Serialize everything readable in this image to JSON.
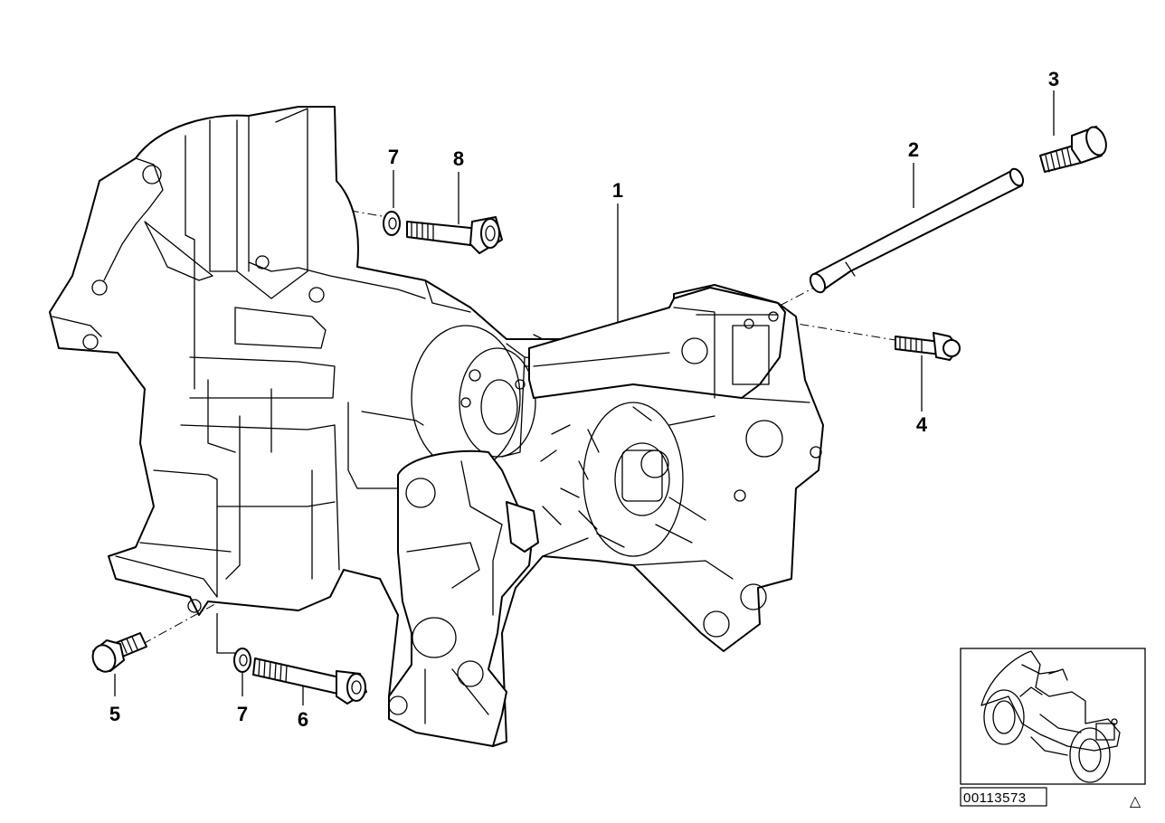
{
  "diagram": {
    "callouts": {
      "c1": "1",
      "c2": "2",
      "c3": "3",
      "c4": "4",
      "c5": "5",
      "c6": "6",
      "c7_top": "7",
      "c7_bottom": "7",
      "c8": "8"
    },
    "reference_number": "00113573",
    "corner_symbol": "△"
  }
}
